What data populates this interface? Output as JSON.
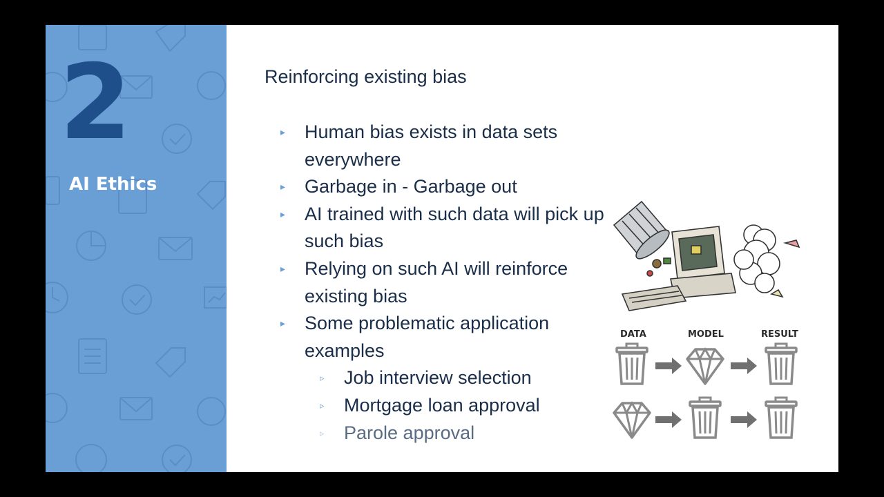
{
  "section": {
    "number": "2",
    "title": "AI Ethics"
  },
  "slide": {
    "heading": "Reinforcing existing bias",
    "bullets": [
      {
        "text": "Human bias exists in data sets everywhere"
      },
      {
        "text": "Garbage in - Garbage out"
      },
      {
        "text": "AI trained with such data will pick up such bias"
      },
      {
        "text": "Relying on such AI will reinforce existing bias"
      },
      {
        "text": "Some problematic application examples"
      }
    ],
    "sub_bullets": [
      {
        "text": "Job interview selection"
      },
      {
        "text": "Mortgage loan approval"
      },
      {
        "text": "Parole approval"
      }
    ]
  },
  "diagram": {
    "labels": [
      "DATA",
      "MODEL",
      "RESULT"
    ],
    "row1": [
      "trash-can-icon",
      "arrow-right-icon",
      "diamond-icon",
      "arrow-right-icon",
      "trash-can-icon"
    ],
    "row2": [
      "diamond-icon",
      "arrow-right-icon",
      "trash-can-icon",
      "arrow-right-icon",
      "trash-can-icon"
    ]
  },
  "colors": {
    "panel": "#6a9fd6",
    "number": "#1f4f8a",
    "text": "#1a2e4a",
    "icon_gray": "#8a8a8a"
  }
}
